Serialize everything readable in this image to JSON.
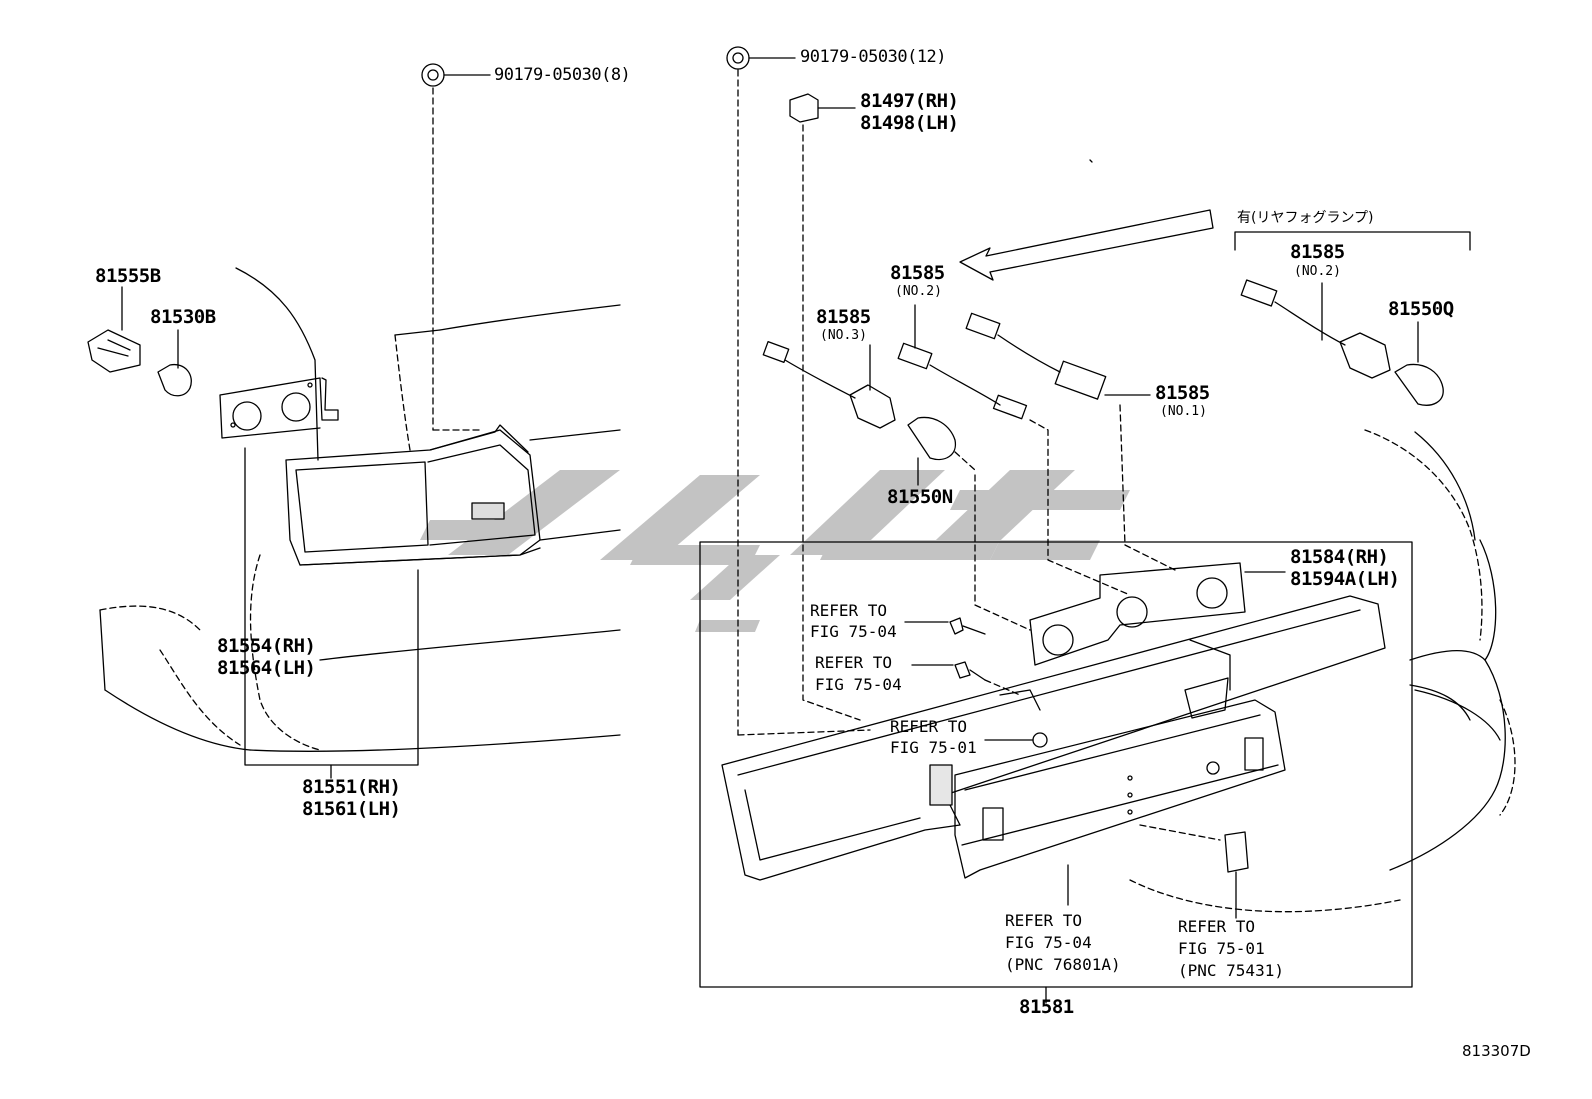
{
  "diagram_code": "813307D",
  "fog_lamp_note": "有(リヤフォグランプ)",
  "refer_fig_75_04": [
    "REFER TO",
    "FIG 75-04"
  ],
  "refer_fig_75_01": [
    "REFER TO",
    "FIG 75-01"
  ],
  "refer_pnc_76801a": [
    "REFER TO",
    "FIG 75-04",
    "(PNC 76801A)"
  ],
  "refer_pnc_75431": [
    "REFER TO",
    "FIG 75-01",
    "(PNC 75431)"
  ],
  "part_labels": {
    "p90179_8": "90179-05030(8)",
    "p90179_12": "90179-05030(12)",
    "p81497": "81497(RH)",
    "p81498": "81498(LH)",
    "p81555B": "81555B",
    "p81530B": "81530B",
    "p81554": "81554(RH)",
    "p81564": "81564(LH)",
    "p81551": "81551(RH)",
    "p81561": "81561(LH)",
    "p81585_no2_center": "81585",
    "p81585_no3": "81585",
    "p81585_no1": "81585",
    "p81585_no2_right": "81585",
    "p81550N": "81550N",
    "p81550Q": "81550Q",
    "p81584": "81584(RH)",
    "p81594A": "81594A(LH)",
    "p81581": "81581"
  },
  "sub_labels": {
    "no2_center": "(NO.2)",
    "no3": "(NO.3)",
    "no1": "(NO.1)",
    "no2_right": "(NO.2)"
  }
}
